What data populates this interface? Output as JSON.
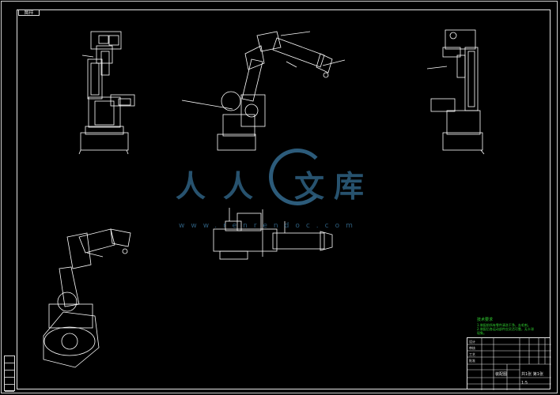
{
  "drawing": {
    "corner_label": "图样",
    "watermark": {
      "chars": [
        "人",
        "人",
        "文",
        "库"
      ],
      "url": "www.renrendoc.com"
    },
    "technical_notes": {
      "heading": "技术要求",
      "lines": [
        "1.装配前所有零件清洗干净，去毛刺。",
        "2.装配后各运动部件应灵活可靠，无卡滞现象。"
      ]
    },
    "title_block": {
      "drawing_name": "装配图",
      "material": "",
      "scale_label": "1:5",
      "sheet_label": "共1张 第1张",
      "rows": [
        "设计",
        "审核",
        "工艺",
        "批准"
      ]
    },
    "colors": {
      "background": "#000000",
      "line": "#ffffff",
      "notes": "#31d431",
      "watermark": "#2c5b7a"
    }
  }
}
